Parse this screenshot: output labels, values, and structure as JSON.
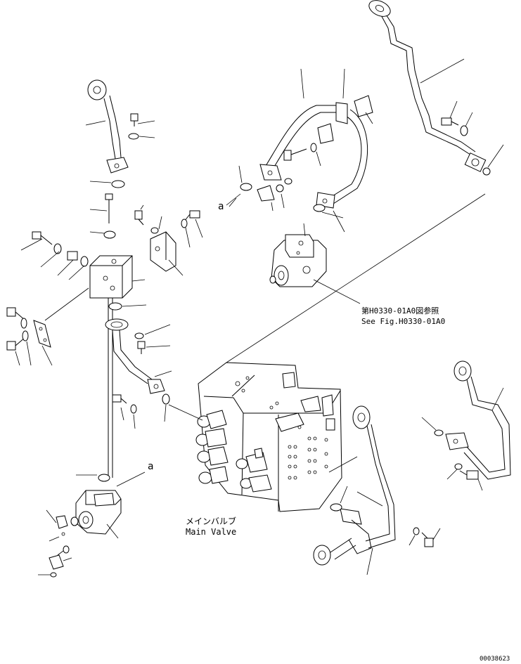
{
  "labels": {
    "ref_jp": "第H0330-01A0図参照",
    "ref_en": "See Fig.H0330-01A0",
    "main_valve_jp": "メインバルブ",
    "main_valve_en": "Main Valve",
    "marker_top": "a",
    "marker_left": "a",
    "drawing_no": "00038623"
  }
}
